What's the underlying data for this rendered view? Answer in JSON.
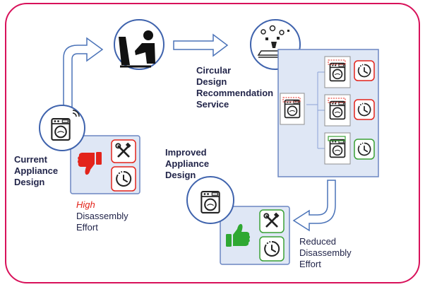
{
  "colors": {
    "frame": "#d8115a",
    "panel_fill": "#dfe7f5",
    "panel_stroke": "#6b86c2",
    "circle_stroke": "#3f63ad",
    "arrow_stroke": "#4b73b8",
    "badge_red": "#e3241b",
    "badge_green": "#3aa135",
    "thumb_down": "#e3241b",
    "thumb_up": "#2fa832",
    "text": "#22254a",
    "highlight": "#e3241b"
  },
  "icons": [
    "washing-machine-icon",
    "designer-at-computer-icon",
    "recommendation-service-icon",
    "wrench-screwdriver-icon",
    "clock-icon",
    "thumbs-down-icon",
    "thumbs-up-icon"
  ],
  "labels": {
    "current": [
      "Current",
      "Appliance",
      "Design"
    ],
    "service": [
      "Circular",
      "Design",
      "Recommendation",
      "Service"
    ],
    "improved": [
      "Improved",
      "Appliance",
      "Design"
    ],
    "high_effort": {
      "emphasis": "High",
      "line2": "Disassembly",
      "line3": "Effort"
    },
    "reduced_effort": [
      "Reduced",
      "Disassembly",
      "Effort"
    ]
  }
}
